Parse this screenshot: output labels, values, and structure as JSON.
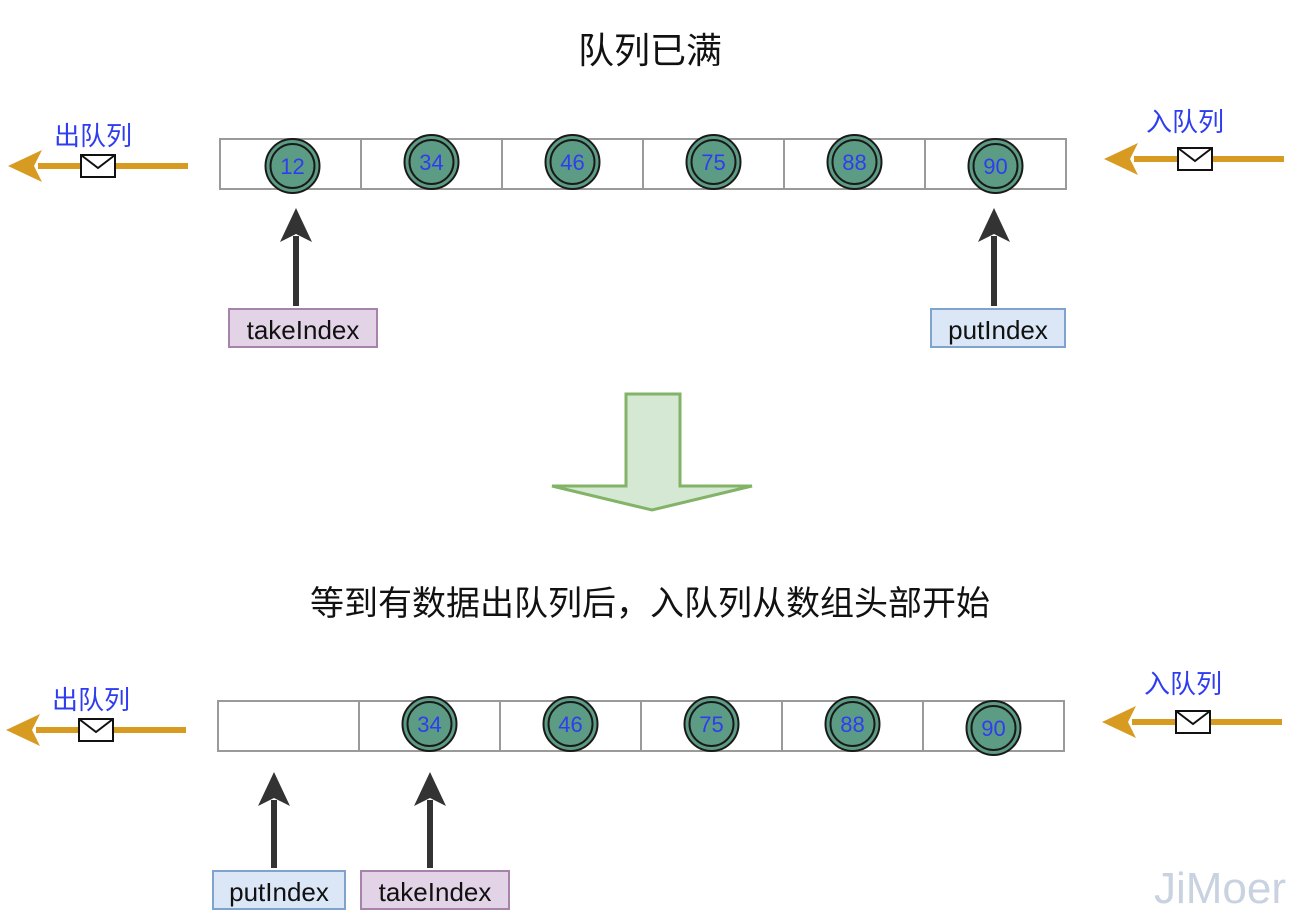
{
  "title_top": "队列已满",
  "title_bottom": "等到有数据出队列后，入队列从数组头部开始",
  "dequeue_label": "出队列",
  "enqueue_label": "入队列",
  "take_index_label": "takeIndex",
  "put_index_label": "putIndex",
  "watermark": "JiMoer",
  "colors": {
    "node_fill": "#5d9c84",
    "node_stroke": "#1a1a1a",
    "node_text": "#2f3df0",
    "queue_arrow": "#d79b22",
    "pointer_arrow": "#333333",
    "cell_border": "#9a9a9a",
    "transition_fill": "#d5e8d4",
    "transition_stroke": "#82b366"
  },
  "top_queue": {
    "cells": [
      "12",
      "34",
      "46",
      "75",
      "88",
      "90"
    ]
  },
  "bottom_queue": {
    "cells": [
      "",
      "34",
      "46",
      "75",
      "88",
      "90"
    ]
  }
}
